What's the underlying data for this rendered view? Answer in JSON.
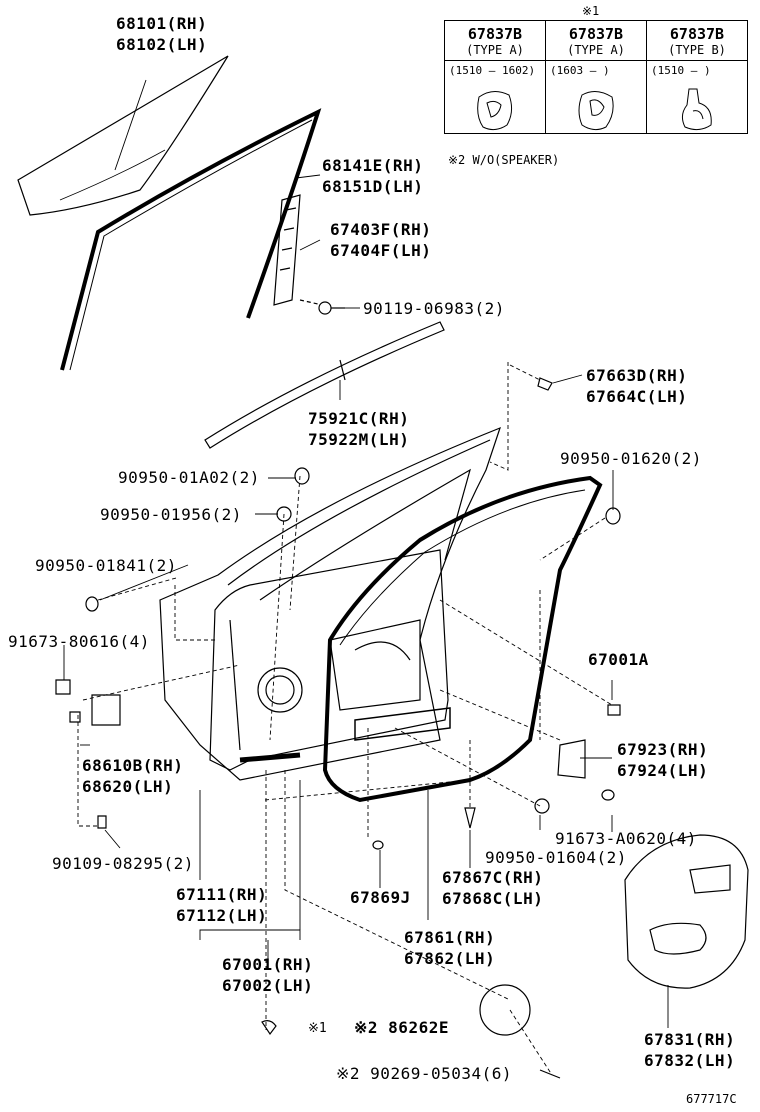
{
  "table": {
    "mark": "※1",
    "columns": [
      {
        "part": "67837B",
        "type": "(TYPE A)",
        "range": "(1510 – 1602)"
      },
      {
        "part": "67837B",
        "type": "(TYPE A)",
        "range": "(1603 –        )"
      },
      {
        "part": "67837B",
        "type": "(TYPE B)",
        "range": "(1510 –        )"
      }
    ],
    "note": "※2 W/O(SPEAKER)"
  },
  "labels": {
    "glass_rh": "68101(RH)",
    "glass_lh": "68102(LH)",
    "run_rh": "68141E(RH)",
    "run_lh": "68151D(LH)",
    "channel_rh": "67403F(RH)",
    "channel_lh": "67404F(LH)",
    "bolt_channel": "90119-06983(2)",
    "belt_rh": "75921C(RH)",
    "belt_lh": "75922M(LH)",
    "clip_rh": "67663D(RH)",
    "clip_lh": "67664C(LH)",
    "plug1": "90950-01A02(2)",
    "plug2": "90950-01620(2)",
    "plug3": "90950-01956(2)",
    "plug4": "90950-01841(2)",
    "bolt_hinge": "91673-80616(4)",
    "weatherstrip": "67001A",
    "hinge_rh": "68610B(RH)",
    "hinge_lh": "68620(LH)",
    "bracket_rh": "67923(RH)",
    "bracket_lh": "67924(LH)",
    "bolt_a0620": "91673-A0620(4)",
    "bolt_08295": "90109-08295(2)",
    "plug_01604": "90950-01604(2)",
    "seal_rh": "67111(RH)",
    "seal_lh": "67112(LH)",
    "retainer": "67869J",
    "clip2_rh": "67867C(RH)",
    "clip2_lh": "67868C(LH)",
    "weather_rh": "67861(RH)",
    "weather_lh": "67862(LH)",
    "door_rh": "67001(RH)",
    "door_lh": "67002(LH)",
    "mark1": "※1",
    "cover": "※2 86262E",
    "screw": "※2 90269-05034(6)",
    "hole_rh": "67831(RH)",
    "hole_lh": "67832(LH)",
    "figure_id": "677717C"
  }
}
